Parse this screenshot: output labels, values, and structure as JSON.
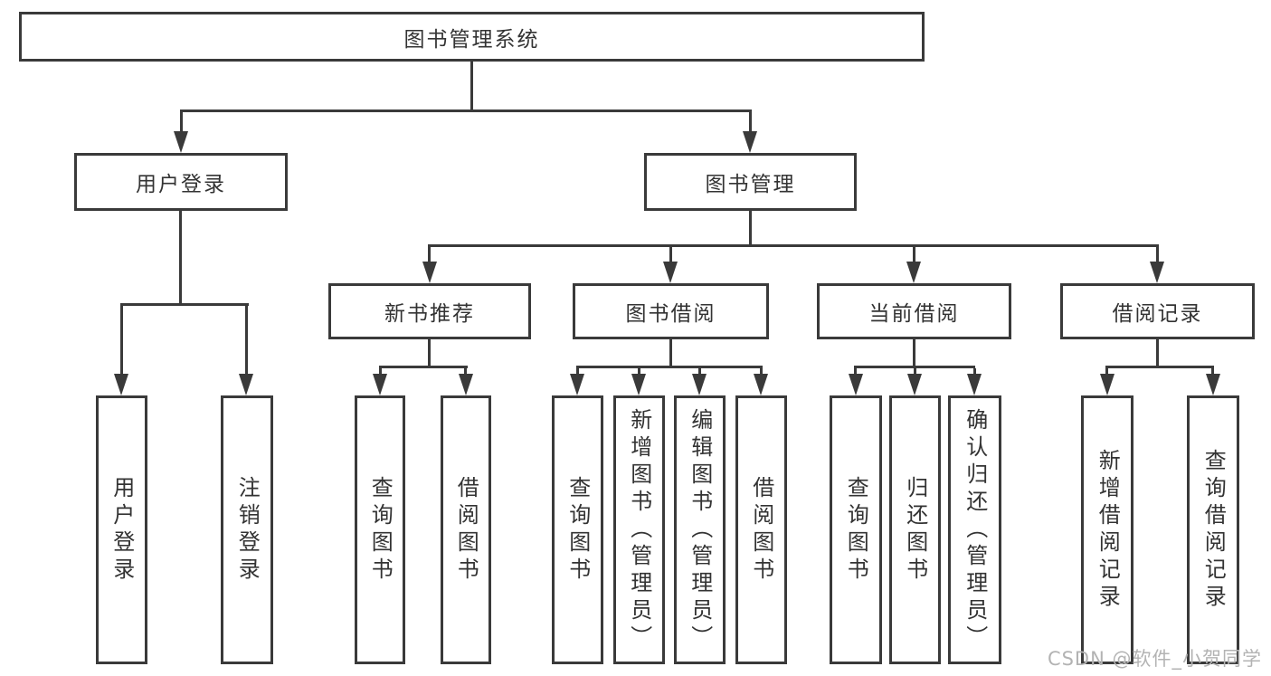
{
  "diagram": {
    "title": "图书管理系统",
    "level2": [
      "用户登录",
      "图书管理"
    ],
    "level3": [
      "新书推荐",
      "图书借阅",
      "当前借阅",
      "借阅记录"
    ],
    "leaves": {
      "user_login": [
        "用户登录",
        "注销登录"
      ],
      "new_books": [
        "查询图书",
        "借阅图书"
      ],
      "book_borrow": [
        "查询图书",
        "新增图书（管理员）",
        "编辑图书（管理员）",
        "借阅图书"
      ],
      "current_borrow": [
        "查询图书",
        "归还图书",
        "确认归还（管理员）"
      ],
      "borrow_records": [
        "新增借阅记录",
        "查询借阅记录"
      ]
    }
  },
  "watermark": "CSDN @软件_小贺同学",
  "colors": {
    "line": "#3a3a3a",
    "text": "#333333",
    "background": "#ffffff",
    "watermark": "#b3b3b3"
  }
}
